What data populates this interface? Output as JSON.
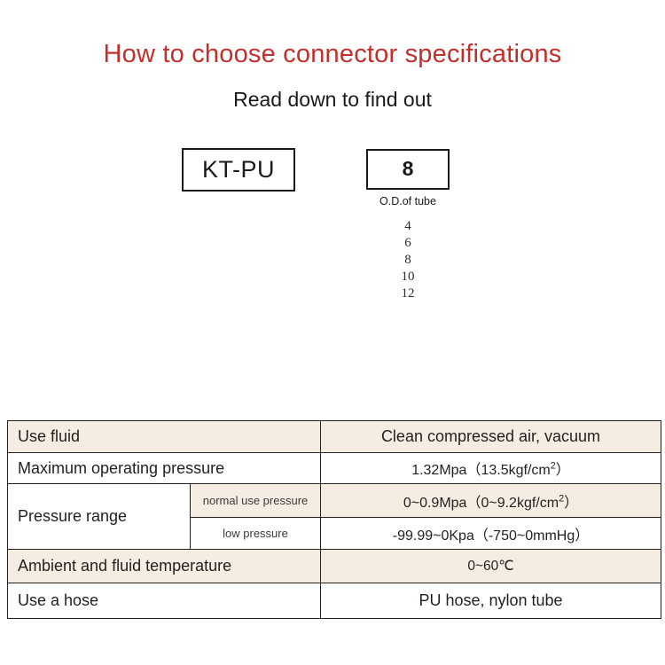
{
  "header": {
    "title": "How to choose connector specifications",
    "subtitle": "Read down to find out",
    "title_color": "#c3302c"
  },
  "selector": {
    "prefix_box": "KT-PU",
    "size_box": "8",
    "size_caption": "O.D.of tube",
    "size_options": [
      "4",
      "6",
      "8",
      "10",
      "12"
    ]
  },
  "spec_table": {
    "rows": [
      {
        "label": "Use fluid",
        "value": "Clean compressed air, vacuum",
        "shaded": true
      },
      {
        "label": "Maximum operating pressure",
        "value_pre": "1.32Mpa（13.5kgf/cm",
        "value_sup": "2",
        "value_post": "）",
        "shaded": false
      },
      {
        "label": "Pressure range",
        "sub_label": "normal use pressure",
        "value_pre": "0~0.9Mpa（0~9.2kgf/cm",
        "value_sup": "2",
        "value_post": "）",
        "shaded": true
      },
      {
        "sub_label": "low pressure",
        "value": "-99.99~0Kpa（-750~0mmHg）",
        "shaded": false
      },
      {
        "label": "Ambient and fluid temperature",
        "value": "0~60℃",
        "shaded": true
      },
      {
        "label": "Use a hose",
        "value": "PU hose, nylon tube",
        "shaded": false
      }
    ]
  },
  "colors": {
    "shade": "#f5ece2",
    "border": "#231f20",
    "accent": "#c3302c"
  }
}
